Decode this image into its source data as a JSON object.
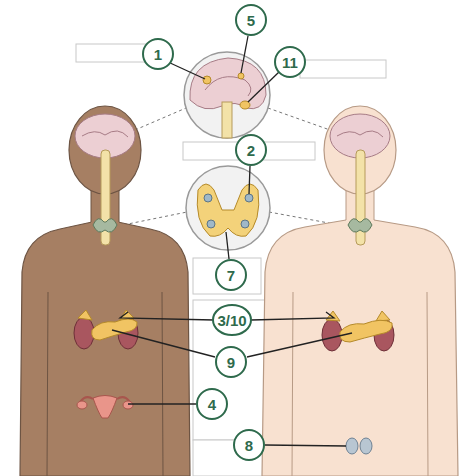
{
  "diagram": {
    "nodes": [
      {
        "text": [
          "5"
        ]
      },
      {
        "text": [
          "1"
        ]
      },
      {
        "text": [
          "11"
        ]
      },
      {
        "text": [
          "2"
        ]
      },
      {
        "text": [
          "7"
        ]
      },
      {
        "text": [
          "3/10"
        ]
      },
      {
        "text": [
          "9"
        ]
      },
      {
        "text": [
          "4"
        ]
      },
      {
        "text": [
          "8"
        ]
      }
    ]
  }
}
